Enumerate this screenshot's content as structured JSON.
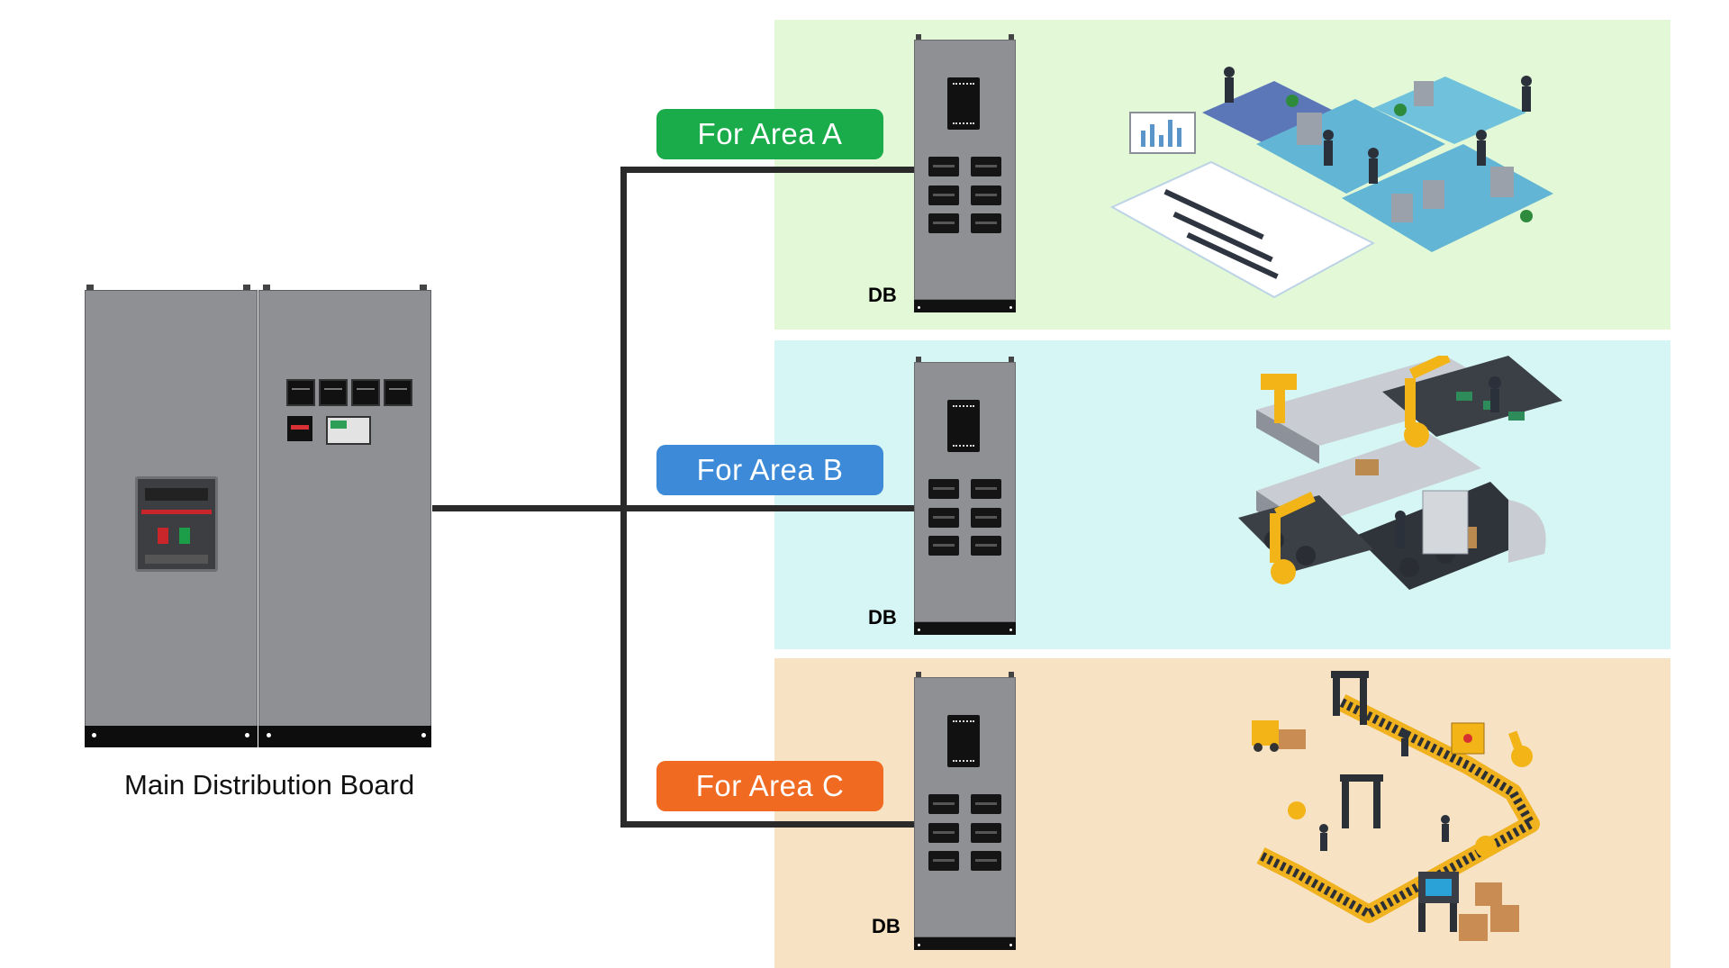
{
  "main_board": {
    "label": "Main Distribution Board"
  },
  "areas": [
    {
      "label": "For Area A",
      "label_color": "#1aab4a",
      "panel_color": "#e3f8d6",
      "db_label": "DB",
      "scene": "office-building-icon"
    },
    {
      "label": "For Area B",
      "label_color": "#3d8bd8",
      "panel_color": "#d5f6f5",
      "db_label": "DB",
      "scene": "robotic-assembly-line-icon"
    },
    {
      "label": "For Area C",
      "label_color": "#f16a22",
      "panel_color": "#f8e2c4",
      "db_label": "DB",
      "scene": "factory-floor-icon"
    }
  ],
  "colors": {
    "wire": "#2a2a2a",
    "cabinet": "#8f9094"
  }
}
